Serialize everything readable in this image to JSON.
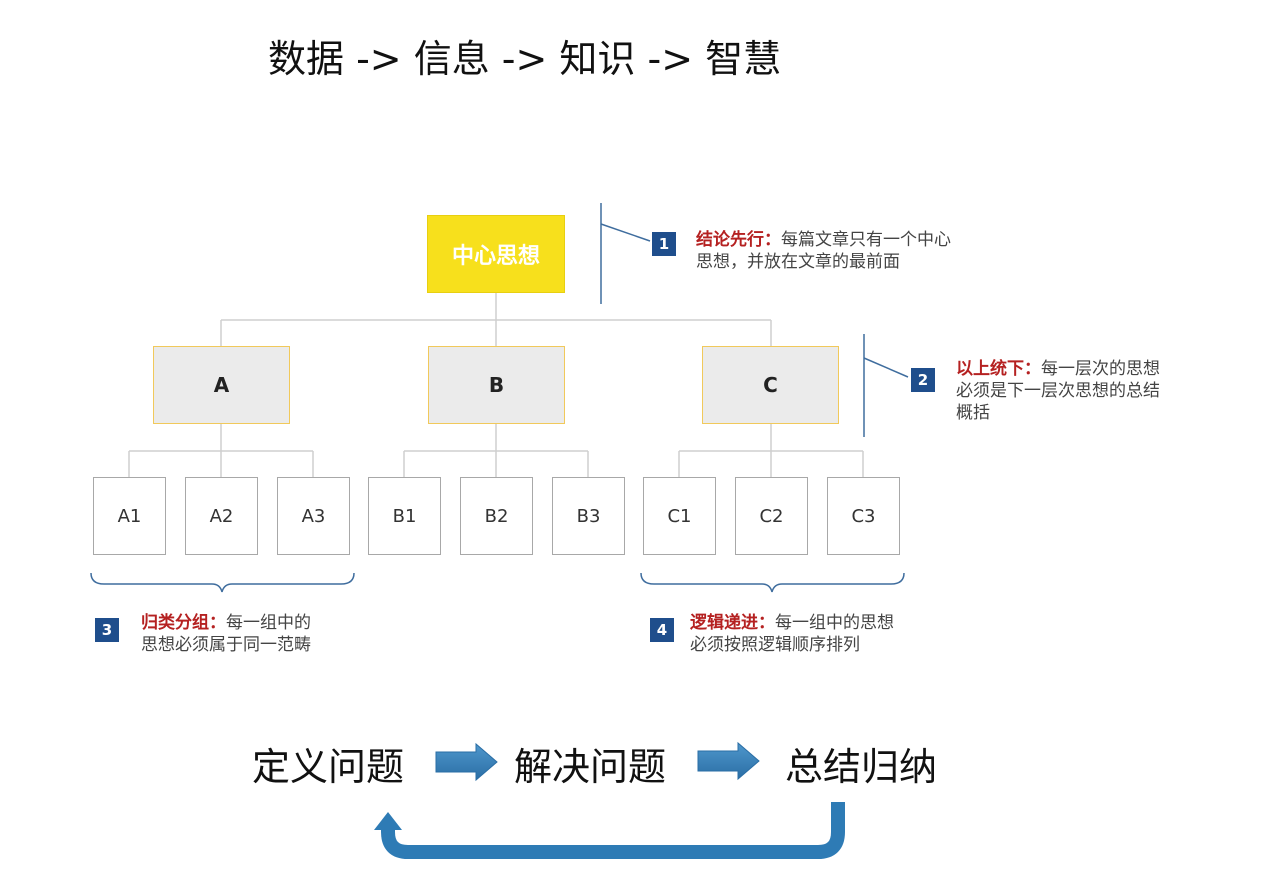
{
  "headline": "数据  -> 信息 -> 知识 -> 智慧",
  "pyramid": {
    "center": "中心思想",
    "groups": [
      {
        "label": "A",
        "children": [
          "A1",
          "A2",
          "A3"
        ]
      },
      {
        "label": "B",
        "children": [
          "B1",
          "B2",
          "B3"
        ]
      },
      {
        "label": "C",
        "children": [
          "C1",
          "C2",
          "C3"
        ]
      }
    ]
  },
  "notes": [
    {
      "num": "1",
      "key": "结论先行：",
      "line1": "每篇文章只有一个中心",
      "line2": "思想，并放在文章的最前面",
      "line3": ""
    },
    {
      "num": "2",
      "key": "以上统下：",
      "line1": "每一层次的思想",
      "line2": "必须是下一层次思想的总结",
      "line3": "概括"
    },
    {
      "num": "3",
      "key": "归类分组：",
      "line1": "每一组中的",
      "line2": "思想必须属于同一范畴",
      "line3": ""
    },
    {
      "num": "4",
      "key": "逻辑递进：",
      "line1": "每一组中的思想",
      "line2": "必须按照逻辑顺序排列",
      "line3": ""
    }
  ],
  "flow": {
    "step1": "定义问题",
    "step2": "解决问题",
    "step3": "总结归纳",
    "arrow_color": "#2e7bb5"
  },
  "colors": {
    "center_box": "#f7e01c",
    "group_box_border": "#f1c95b",
    "badge": "#1f4e8c",
    "key_text": "#b52121"
  }
}
